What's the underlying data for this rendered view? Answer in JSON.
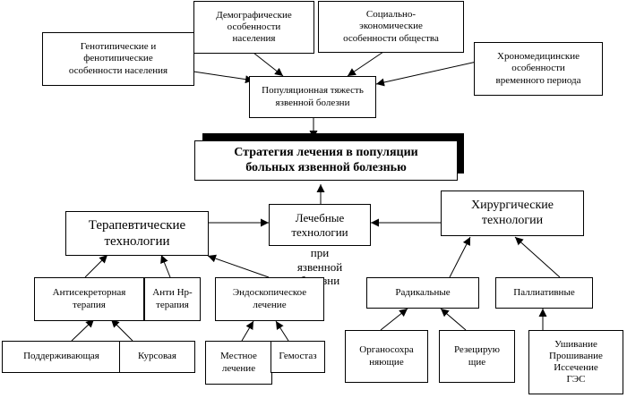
{
  "nodes": {
    "genotypic": "Генотипические и\nфенотипические\nособенности населения",
    "demographic": "Демографические\nособенности\nнаселения",
    "socioeconomic": "Социально-\nэкономические\nособенности общества",
    "chronomedical": "Хрономедицинские\nособенности\nвременного периода",
    "population_severity": "Популяционная тяжесть\nязвенной болезни",
    "strategy": "Стратегия лечения в популяции\nбольных язвенной болезнью",
    "therapeutic": "Терапевтические\nтехнологии",
    "medical": "Лечебные\nтехнологии",
    "medical_overflow": "при\nязвенной\nболезни",
    "surgical": "Хирургические\nтехнологии",
    "antisecretory": "Антисекреторная\nтерапия",
    "anti_hp": "Анти Hp-\nтерапия",
    "endoscopic": "Эндоскопическое\nлечение",
    "radical": "Радикальные",
    "palliative": "Паллиативные",
    "maintenance": "Поддерживающая",
    "course": "Курсовая",
    "local": "Местное\nлечение",
    "hemostasis": "Гемостаз",
    "organ_preserving": "Органосохра\nняющие",
    "resecting": "Резецирую\nщие",
    "palliative_ops": "Ушивание\nПрошивание\nИссечение\nГЭС"
  }
}
